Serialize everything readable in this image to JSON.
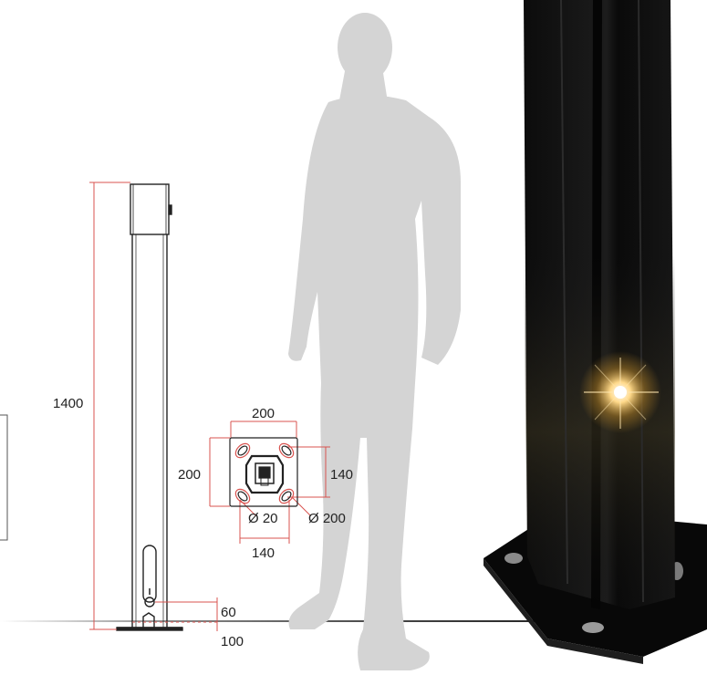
{
  "dimensions": {
    "height_total": "1400",
    "base_plate_width": "200",
    "base_plate_height": "200",
    "bolt_spacing_vertical": "140",
    "bolt_spacing_horizontal": "140",
    "hole_diameter": "Ø 20",
    "bolt_circle_diameter": "Ø 200",
    "slot_height": "60",
    "base_height": "100"
  },
  "colors": {
    "dimension_line": "#d9534f",
    "drawing_line": "#222222",
    "silhouette": "#d4d4d4",
    "post_dark": "#141414",
    "light_glow": "#ffd98a"
  },
  "icons": {
    "human_silhouette": "person-silhouette-icon",
    "light_post": "bollard-light-icon"
  }
}
